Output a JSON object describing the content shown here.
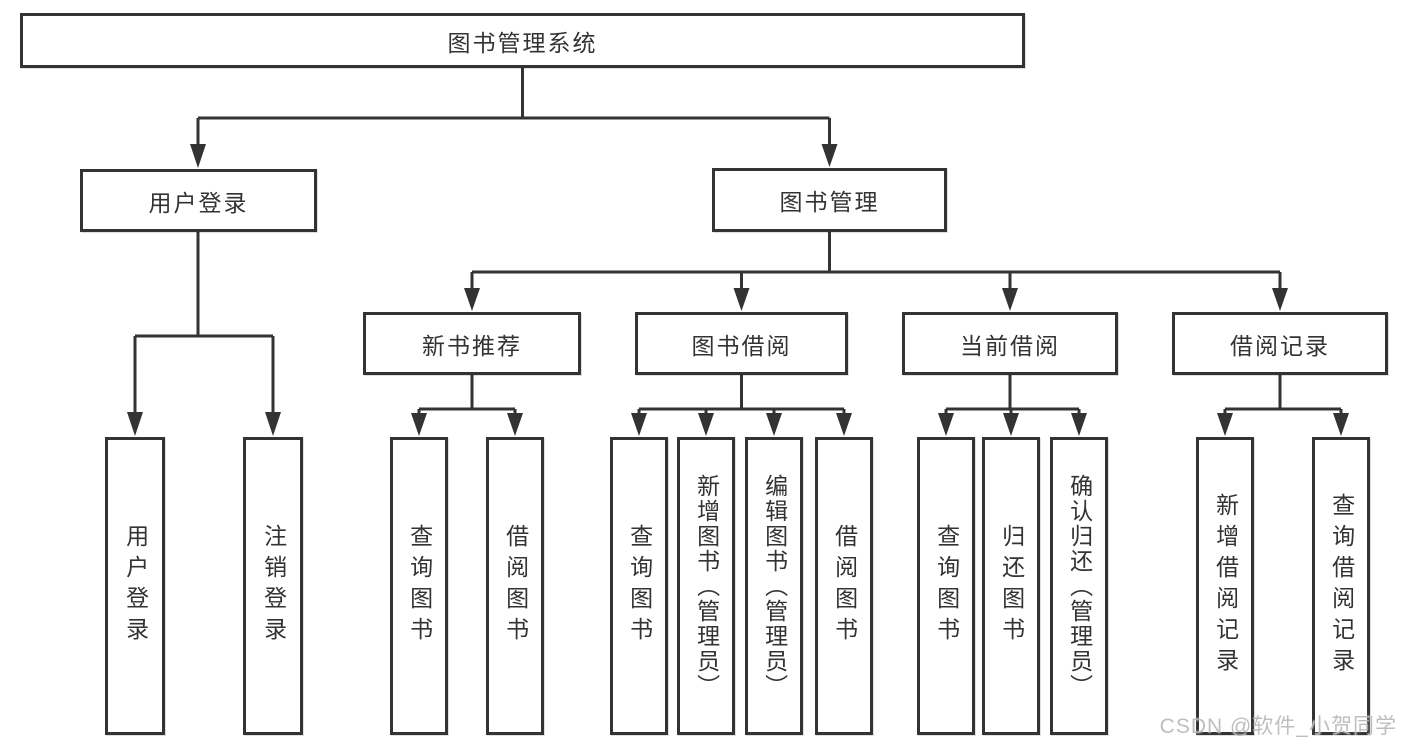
{
  "diagram": {
    "root": {
      "label": "图书管理系统"
    },
    "branches": [
      {
        "label": "用户登录",
        "children": [
          {
            "label": "用户登录"
          },
          {
            "label": "注销登录"
          }
        ]
      },
      {
        "label": "图书管理",
        "children": [
          {
            "label": "新书推荐",
            "children": [
              {
                "label": "查询图书"
              },
              {
                "label": "借阅图书"
              }
            ]
          },
          {
            "label": "图书借阅",
            "children": [
              {
                "label": "查询图书"
              },
              {
                "label": "新增图书（管理员）"
              },
              {
                "label": "编辑图书（管理员）"
              },
              {
                "label": "借阅图书"
              }
            ]
          },
          {
            "label": "当前借阅",
            "children": [
              {
                "label": "查询图书"
              },
              {
                "label": "归还图书"
              },
              {
                "label": "确认归还（管理员）"
              }
            ]
          },
          {
            "label": "借阅记录",
            "children": [
              {
                "label": "新增借阅记录"
              },
              {
                "label": "查询借阅记录"
              }
            ]
          }
        ]
      }
    ]
  },
  "watermark": {
    "text": "CSDN @软件_小贺同学"
  },
  "colors": {
    "line": "#333333",
    "text": "#333333",
    "background": "#ffffff",
    "watermark": "#b9b9b9"
  }
}
